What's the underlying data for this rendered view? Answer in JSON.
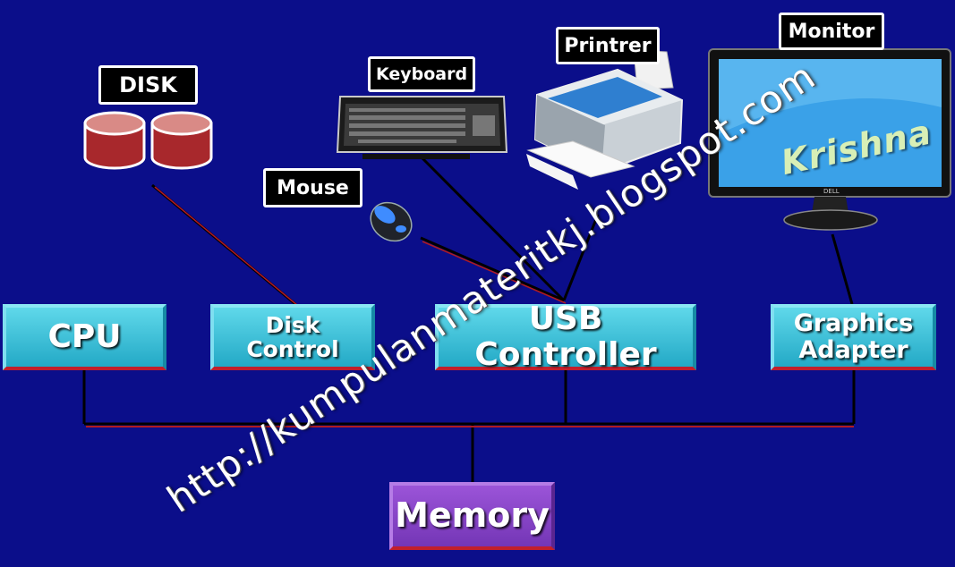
{
  "blocks": {
    "cpu": "CPU",
    "disk_control": [
      "Disk",
      "Control"
    ],
    "usb_controller": "USB Controller",
    "graphics_adapter": [
      "Graphics",
      "Adapter"
    ],
    "memory": "Memory"
  },
  "devices": {
    "disk": "DISK",
    "keyboard": "Keyboard",
    "printer": "Printrer",
    "monitor": "Monitor",
    "mouse": "Mouse"
  },
  "monitor_screen_text": "Krishna",
  "monitor_brand": "DELL",
  "watermark": "http://kumpulanmateritkj.blogspot.com",
  "colors": {
    "background": "#0b0e8a",
    "block_cyan": "#3dc3dc",
    "block_purple": "#8a46c8",
    "block_accent_red": "#c21f2b",
    "connector": "#000000"
  }
}
